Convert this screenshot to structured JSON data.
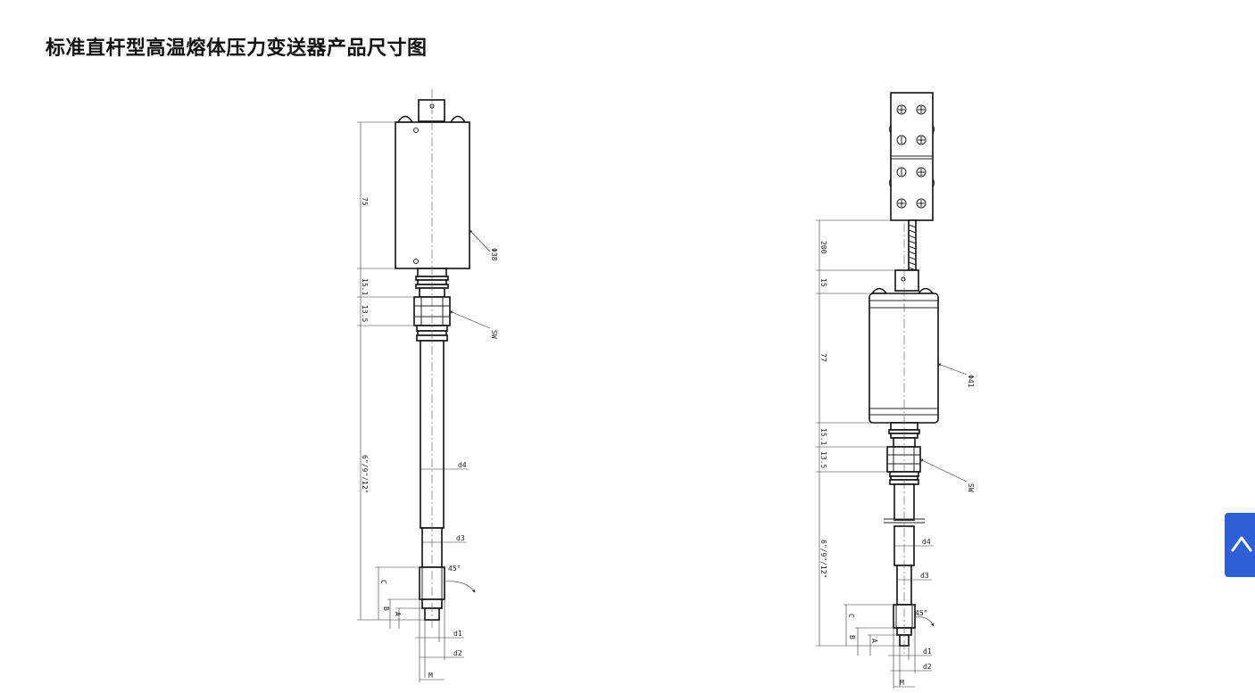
{
  "page": {
    "title": "标准直杆型高温熔体压力变送器产品尺寸图"
  },
  "drawing_left": {
    "dims": {
      "len1": "75",
      "len2": "15.1",
      "len3": "13.5",
      "len4": "6\"/9\"/12\"",
      "dia": "Φ38",
      "sw": "SW",
      "d4": "d4",
      "d3": "d3",
      "angle": "45°",
      "c": "C",
      "b": "B",
      "a": "A",
      "d1": "d1",
      "d2": "d2",
      "m": "M"
    }
  },
  "drawing_right": {
    "dims": {
      "len0": "200",
      "len1": "15",
      "len2": "77",
      "len3": "15.1",
      "len4": "13.5",
      "len5": "6\"/9\"/12\"",
      "dia": "Φ41",
      "sw": "SW",
      "d4": "d4",
      "d3": "d3",
      "angle": "45°",
      "c": "C",
      "b": "B",
      "a": "A",
      "d1": "d1",
      "d2": "d2",
      "m": "M"
    }
  },
  "back_to_top": {
    "icon": "chevron-up-icon",
    "color": "#2d5fd8"
  }
}
